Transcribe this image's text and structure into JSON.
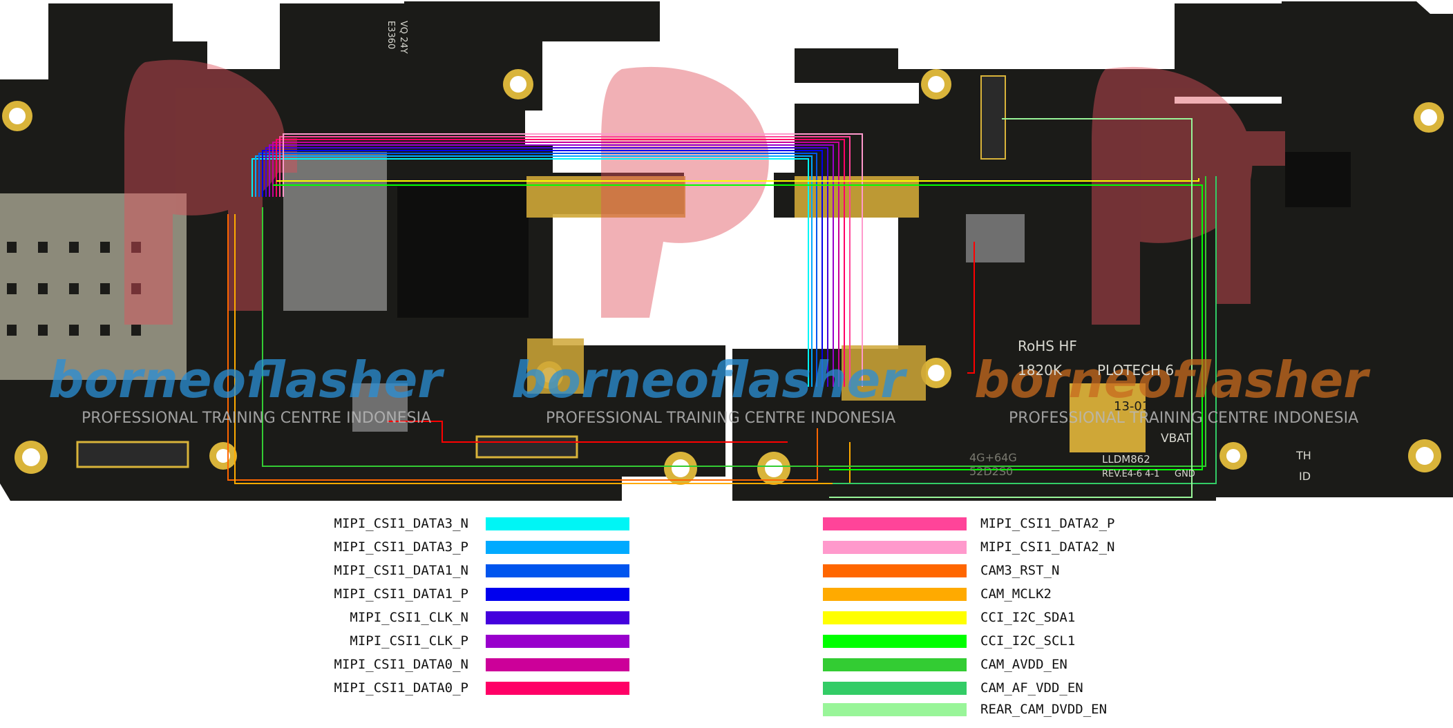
{
  "board": {
    "watermark": "borneoflasher",
    "watermark_sub": "PROFESSIONAL TRAINING CENTRE INDONESIA",
    "silkscreen": {
      "rohs": "RoHS HF",
      "code": "1820K",
      "maker": "PLOTECH 6",
      "date": "13-01",
      "vbat": "VBAT",
      "mem": "4G+64G",
      "lot": "52D2S0",
      "model": "LLDM862",
      "rev": "REV.E4-6 4-1",
      "gnd": "GND",
      "th": "TH",
      "id": "ID",
      "chip1": "VQ 24Y",
      "chip2": "E3360"
    }
  },
  "legend_left": [
    {
      "label": "MIPI_CSI1_DATA3_N",
      "color": "#00f5f5"
    },
    {
      "label": "MIPI_CSI1_DATA3_P",
      "color": "#00aaff"
    },
    {
      "label": "MIPI_CSI1_DATA1_N",
      "color": "#0055ee"
    },
    {
      "label": "MIPI_CSI1_DATA1_P",
      "color": "#0000ee"
    },
    {
      "label": "MIPI_CSI1_CLK_N",
      "color": "#4400dd"
    },
    {
      "label": "MIPI_CSI1_CLK_P",
      "color": "#9900cc"
    },
    {
      "label": "MIPI_CSI1_DATA0_N",
      "color": "#cc0099"
    },
    {
      "label": "MIPI_CSI1_DATA0_P",
      "color": "#ff0066"
    }
  ],
  "legend_right": [
    {
      "label": "MIPI_CSI1_DATA2_P",
      "color": "#ff4499"
    },
    {
      "label": "MIPI_CSI1_DATA2_N",
      "color": "#ff99cc"
    },
    {
      "label": "CAM3_RST_N",
      "color": "#ff6600"
    },
    {
      "label": "CAM_MCLK2",
      "color": "#ffaa00"
    },
    {
      "label": "CCI_I2C_SDA1",
      "color": "#ffff00"
    },
    {
      "label": "CCI_I2C_SCL1",
      "color": "#00ff00"
    },
    {
      "label": "CAM_AVDD_EN",
      "color": "#33cc33"
    },
    {
      "label": "CAM_AF_VDD_EN",
      "color": "#33cc66"
    },
    {
      "label": "REAR_CAM_DVDD_EN",
      "color": "#99f599"
    }
  ],
  "colors": {
    "pcb": "#1b1b18",
    "pad_gold": "#d9b43a",
    "logo_red": "#e0505a",
    "watermark_blue": "#2a8fd6",
    "watermark_orange": "#c86a1e"
  }
}
